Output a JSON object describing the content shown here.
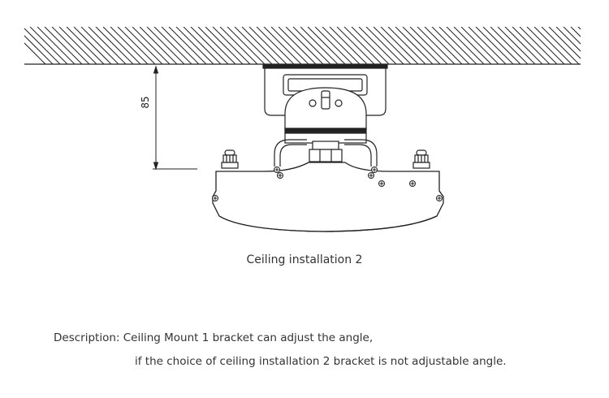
{
  "diagram": {
    "dimension_label": "85",
    "caption": "Ceiling installation 2"
  },
  "description": {
    "line1": "Description: Ceiling Mount 1 bracket can adjust the angle,",
    "line2": "if the choice of ceiling installation 2 bracket is not adjustable angle."
  }
}
